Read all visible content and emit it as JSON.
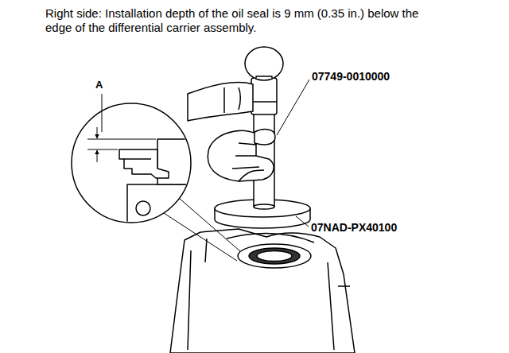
{
  "diagram": {
    "labels": [
      "Right side: Installation depth of the oil seal is 9 mm (0.35 in.) below the edge of the differential carrier assembly.",
      "A",
      "07749-0010000",
      "07NAD-PX40100"
    ]
  }
}
